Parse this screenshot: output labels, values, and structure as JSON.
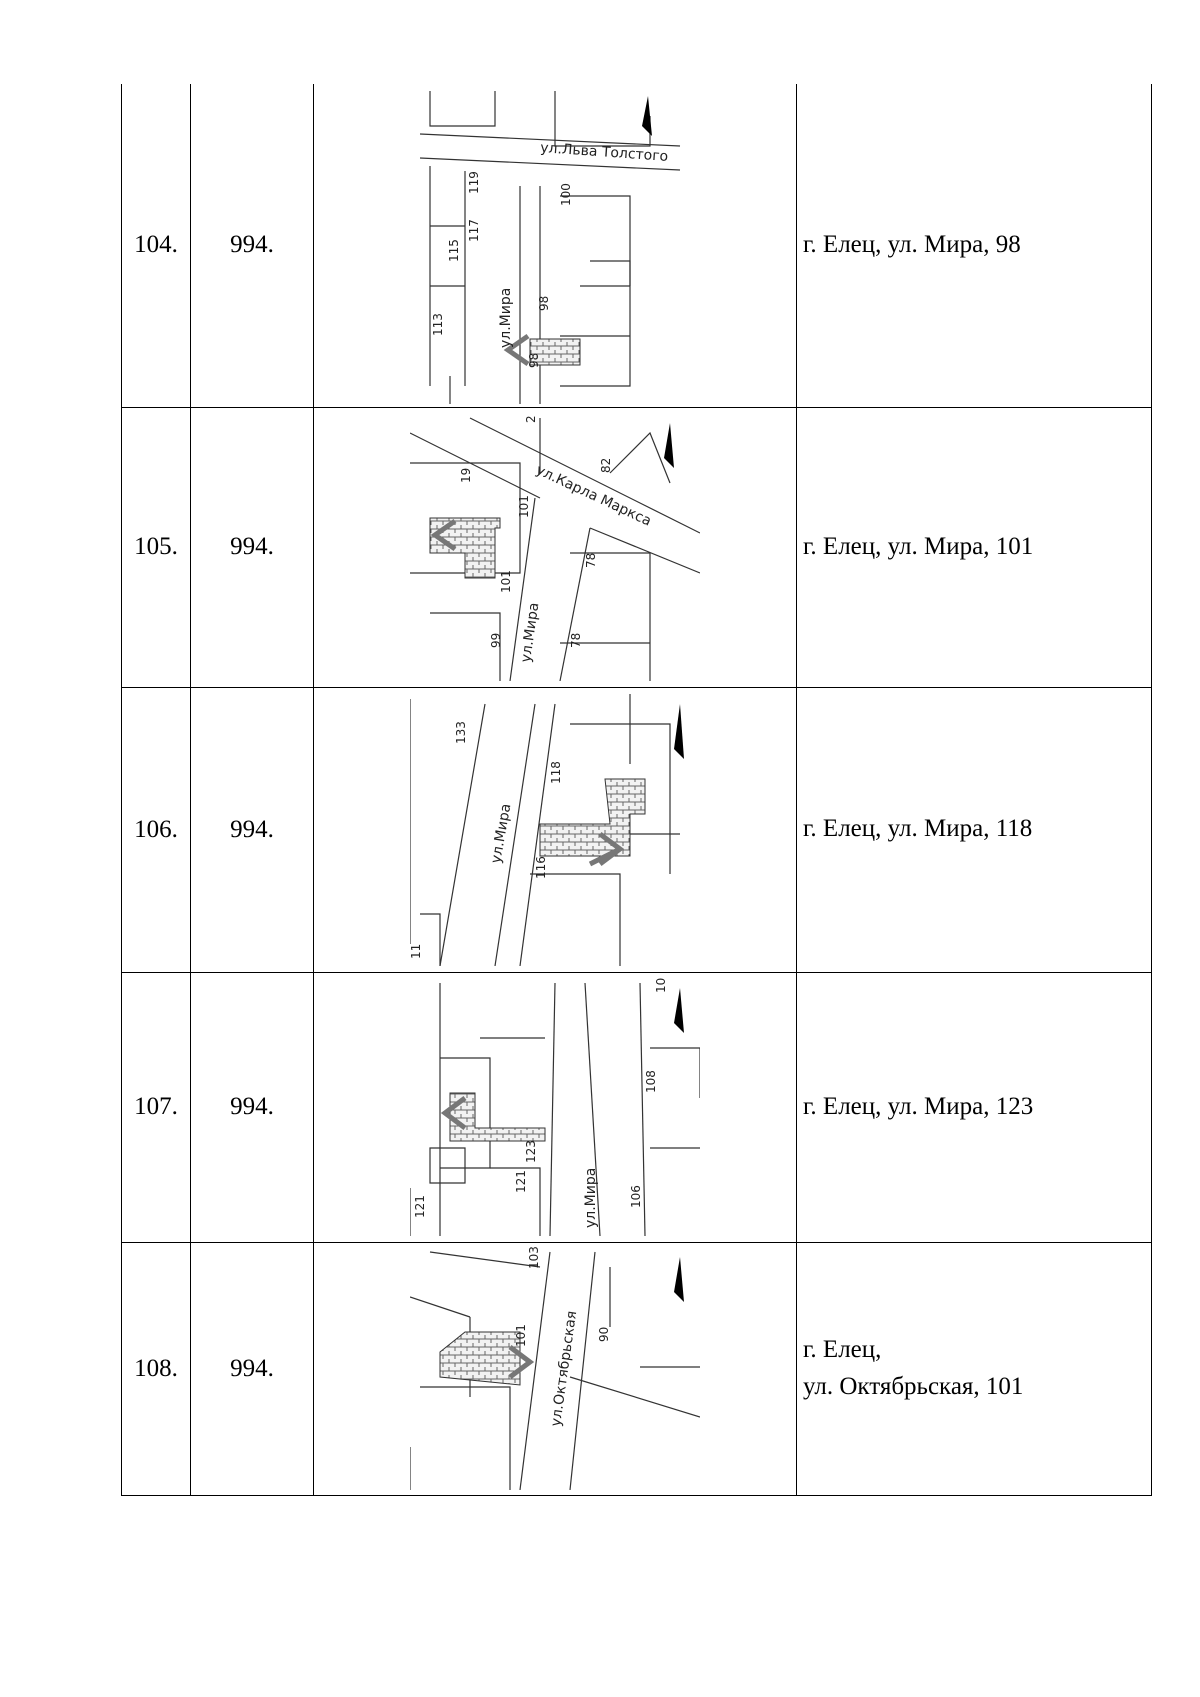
{
  "rows": [
    {
      "num": "104.",
      "code": "994.",
      "address_lines": [
        "г. Елец, ул. Мира, 98"
      ],
      "map": {
        "street_labels": [
          "ул.Льва Толстого",
          "ул.Мира"
        ],
        "house_numbers": [
          "119",
          "117",
          "115",
          "113",
          "100",
          "98",
          "98"
        ]
      }
    },
    {
      "num": "105.",
      "code": "994.",
      "address_lines": [
        "г. Елец, ул. Мира, 101"
      ],
      "map": {
        "street_labels": [
          "ул.Карла Маркса",
          "ул.Мира"
        ],
        "house_numbers": [
          "2",
          "82",
          "19",
          "101",
          "101",
          "78",
          "99",
          "78"
        ]
      }
    },
    {
      "num": "106.",
      "code": "994.",
      "address_lines": [
        "г. Елец, ул. Мира, 118"
      ],
      "map": {
        "street_labels": [
          "ул.Мира"
        ],
        "house_numbers": [
          "133",
          "118",
          "116",
          "11"
        ]
      }
    },
    {
      "num": "107.",
      "code": "994.",
      "address_lines": [
        "г. Елец, ул. Мира, 123"
      ],
      "map": {
        "street_labels": [
          "ул.Мира"
        ],
        "house_numbers": [
          "10",
          "108",
          "123",
          "121",
          "121",
          "106"
        ]
      }
    },
    {
      "num": "108.",
      "code": "994.",
      "address_lines": [
        "г. Елец,",
        "ул. Октябрьская, 101"
      ],
      "map": {
        "street_labels": [
          "ул.Октябрьская"
        ],
        "house_numbers": [
          "103",
          "101",
          "90"
        ]
      }
    }
  ]
}
